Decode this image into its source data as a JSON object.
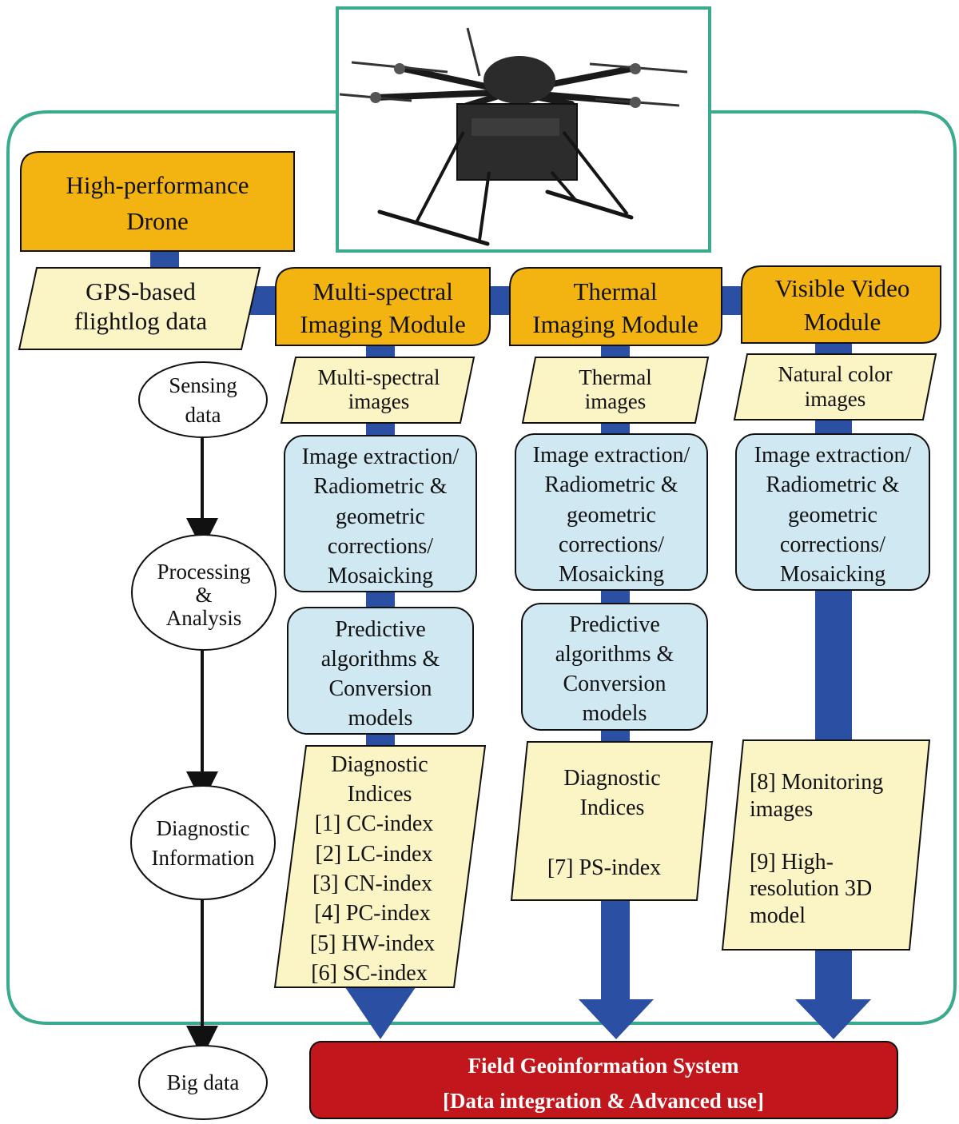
{
  "colors": {
    "frame": "#3aaa8e",
    "module": "#f3b411",
    "data_box": "#fbf4c4",
    "process_box": "#cfe8f2",
    "pipe": "#2a4fa3",
    "system": "#c1161c",
    "system_text": "#ffffff"
  },
  "photo": {
    "icon": "hexacopter-drone-icon"
  },
  "drone": {
    "lines": [
      "High-performance",
      "Drone"
    ]
  },
  "gps": {
    "lines": [
      "GPS-based",
      "flightlog data"
    ]
  },
  "stages": [
    {
      "lines": [
        "Sensing",
        "data"
      ]
    },
    {
      "lines": [
        "Processing",
        "&",
        "Analysis"
      ]
    },
    {
      "lines": [
        "Diagnostic",
        "Information"
      ]
    },
    {
      "lines": [
        "Big data"
      ]
    }
  ],
  "modules": [
    {
      "title": [
        "Multi-spectral",
        "Imaging Module"
      ],
      "images": [
        "Multi-spectral",
        "images"
      ],
      "processing": [
        "Image extraction/",
        "Radiometric &",
        "geometric",
        "corrections/",
        "Mosaicking"
      ],
      "predictive": [
        "Predictive",
        "algorithms &",
        "Conversion",
        "models"
      ],
      "output": [
        "Diagnostic",
        "Indices",
        "[1] CC-index",
        "[2] LC-index",
        "[3] CN-index",
        "[4] PC-index",
        "[5] HW-index",
        "[6] SC-index"
      ]
    },
    {
      "title": [
        "Thermal",
        "Imaging Module"
      ],
      "images": [
        "Thermal",
        "images"
      ],
      "processing": [
        "Image extraction/",
        "Radiometric &",
        "geometric",
        "corrections/",
        "Mosaicking"
      ],
      "predictive": [
        "Predictive",
        "algorithms &",
        "Conversion",
        "models"
      ],
      "output": [
        "Diagnostic",
        "Indices",
        "[7]  PS-index"
      ]
    },
    {
      "title": [
        "Visible Video",
        "Module"
      ],
      "images": [
        "Natural color",
        "images"
      ],
      "processing": [
        "Image extraction/",
        "Radiometric &",
        "geometric",
        "corrections/",
        "Mosaicking"
      ],
      "output": [
        "[8] Monitoring",
        "images",
        "[9] High-",
        "resolution 3D",
        "model"
      ]
    }
  ],
  "system": {
    "lines": [
      "Field Geoinformation System",
      "[Data integration & Advanced use]"
    ]
  }
}
